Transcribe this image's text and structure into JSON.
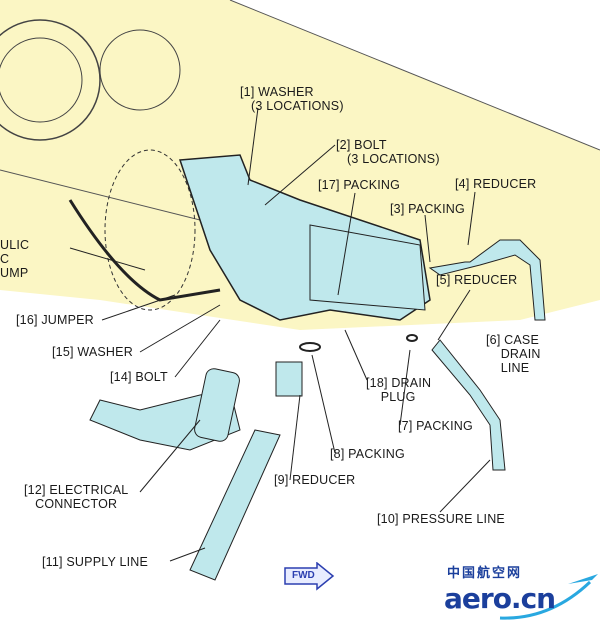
{
  "diagram": {
    "labels": {
      "washer1": [
        "[1] WASHER",
        "(3 LOCATIONS)"
      ],
      "bolt2": [
        "[2] BOLT",
        "(3 LOCATIONS)"
      ],
      "packing17": "[17] PACKING",
      "reducer4": "[4] REDUCER",
      "packing3": "[3] PACKING",
      "reducer5": "[5] REDUCER",
      "caseDrain6": [
        "[6] CASE",
        "DRAIN",
        "LINE"
      ],
      "pumpPartial": [
        "ULIC",
        "C",
        "UMP"
      ],
      "jumper16": "[16] JUMPER",
      "washer15": "[15] WASHER",
      "bolt14": "[14] BOLT",
      "drainPlug18": [
        "[18] DRAIN",
        "PLUG"
      ],
      "packing7": "[7] PACKING",
      "packing8": "[8] PACKING",
      "reducer9": "[9] REDUCER",
      "electrical12": [
        "[12] ELECTRICAL",
        "CONNECTOR"
      ],
      "pressure10": "[10] PRESSURE LINE",
      "supply11": "[11] SUPPLY LINE"
    },
    "fwd_label": "FWD",
    "logo": {
      "cn": "中国航空网",
      "en": "aero.cn"
    },
    "colors": {
      "fill_yellow": "#fbf6c4",
      "fill_blue": "#bfe8ec",
      "line": "#222222",
      "brand": "#1b3f9c"
    }
  }
}
